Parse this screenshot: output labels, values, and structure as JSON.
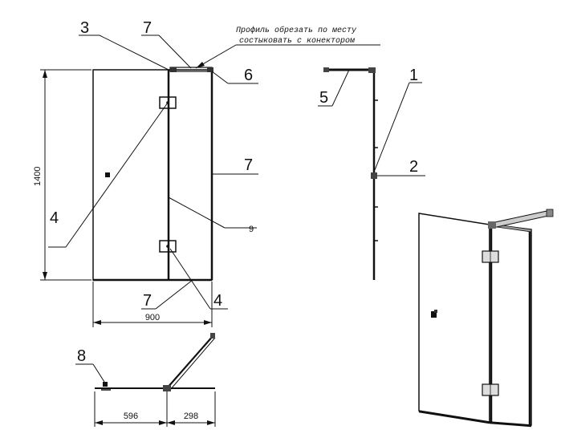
{
  "note": {
    "line1": "Профиль обрезать по месту",
    "line2": "состыковать с конектором"
  },
  "callouts": {
    "c1": "1",
    "c2": "2",
    "c3": "3",
    "c4a": "4",
    "c4b": "4",
    "c5": "5",
    "c6": "6",
    "c7a": "7",
    "c7b": "7",
    "c7c": "7",
    "c8": "8",
    "c9": "9"
  },
  "dimensions": {
    "height": "1400",
    "width": "900",
    "left_segment": "596",
    "right_segment": "298"
  }
}
